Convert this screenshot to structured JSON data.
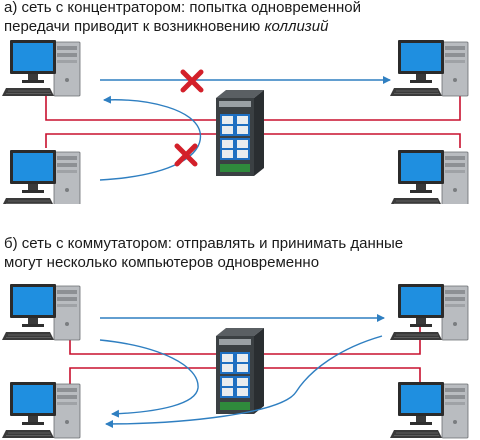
{
  "panel_a": {
    "caption_line1": "а) сеть с концентратором: попытка одновременной",
    "caption_line2_prefix": "передачи приводит к возникновению ",
    "caption_line2_emph": "коллизий",
    "device": "hub",
    "collision_marks": 2
  },
  "panel_b": {
    "caption_line1": "б) сеть с коммутатором: отправлять и принимать данные",
    "caption_line2": "могут несколько компьютеров одновременно",
    "device": "switch"
  },
  "colors": {
    "cable": "#c8102e",
    "signal": "#2f7fc1",
    "collision": "#d3202a",
    "screen": "#1f8fe0"
  },
  "icons": [
    "computer-icon",
    "network-device-icon",
    "collision-x-icon",
    "signal-arrow"
  ]
}
